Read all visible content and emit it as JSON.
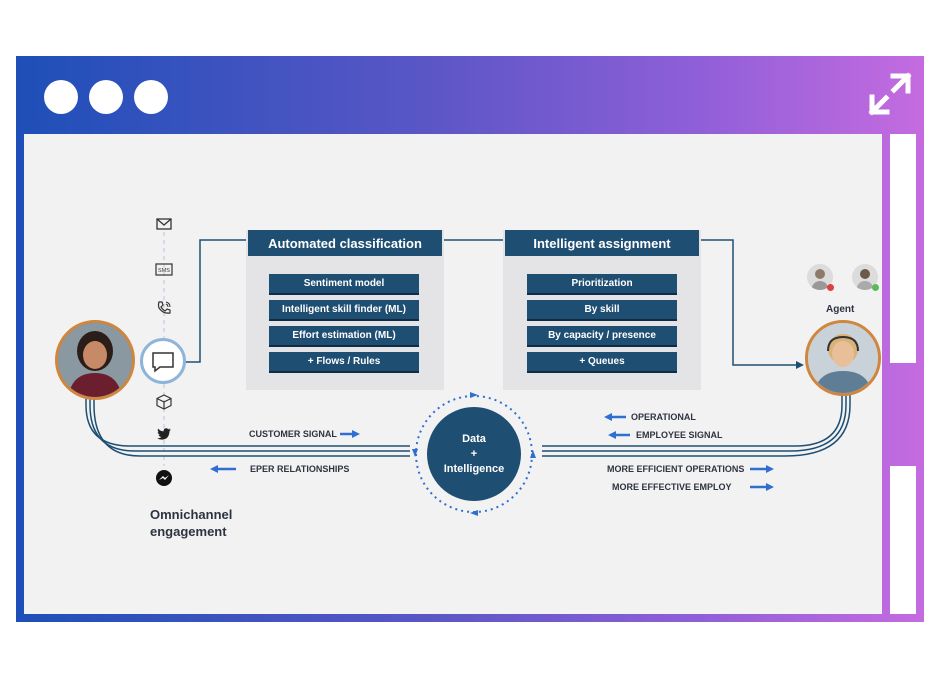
{
  "window": {
    "dots": [
      "window-dot-1",
      "window-dot-2",
      "window-dot-3"
    ],
    "expand_icon": "expand-arrows-icon"
  },
  "diagram": {
    "classification": {
      "title": "Automated classification",
      "items": [
        "Sentiment model",
        "Intelligent skill finder (ML)",
        "Effort estimation (ML)",
        "+ Flows / Rules"
      ]
    },
    "assignment": {
      "title": "Intelligent assignment",
      "items": [
        "Prioritization",
        "By skill",
        "By capacity / presence",
        "+ Queues"
      ]
    },
    "hub": {
      "line1": "Data",
      "line2": "+",
      "line3": "Intelligence"
    },
    "channels": [
      "email-icon",
      "sms-icon",
      "phone-icon",
      "chat-icon",
      "package-icon",
      "twitter-icon",
      "messenger-icon"
    ],
    "channels_label_line1": "Omnichannel",
    "channels_label_line2": "engagement",
    "agent_label": "Agent",
    "signals": {
      "customer": "CUSTOMER SIGNAL",
      "relationships": "EPER RELATIONSHIPS",
      "operational": "OPERATIONAL",
      "employee": "EMPLOYEE SIGNAL",
      "efficient": "MORE EFFICIENT OPERATIONS",
      "effective": "MORE EFFECTIVE EMPLOY"
    },
    "colors": {
      "navy": "#1f4e73",
      "arrow": "#2f6fd1",
      "hub": "#1f4e73"
    }
  }
}
